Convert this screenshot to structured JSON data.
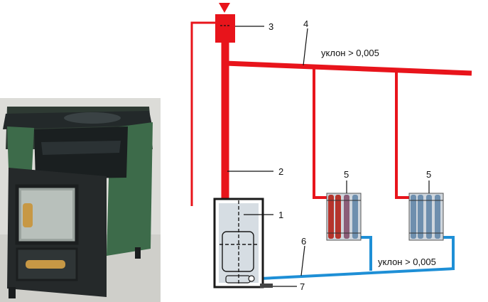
{
  "photo": {
    "subject": "solid-fuel-stove-photo"
  },
  "labels": {
    "n1": "1",
    "n2": "2",
    "n3": "3",
    "n4": "4",
    "n5a": "5",
    "n5b": "5",
    "n6": "6",
    "n7": "7",
    "slope_top": "уклон > 0,005",
    "slope_bottom": "уклон > 0,005"
  },
  "colors": {
    "supply_pipe": "#e8141b",
    "return_pipe": "#1e8fd6",
    "radiator_hot": "#b5342c",
    "radiator_cold": "#6e8fae",
    "leader": "#111111"
  },
  "icons": {
    "expansion_tank": "red-box",
    "vent_arrow": "down-triangle"
  }
}
